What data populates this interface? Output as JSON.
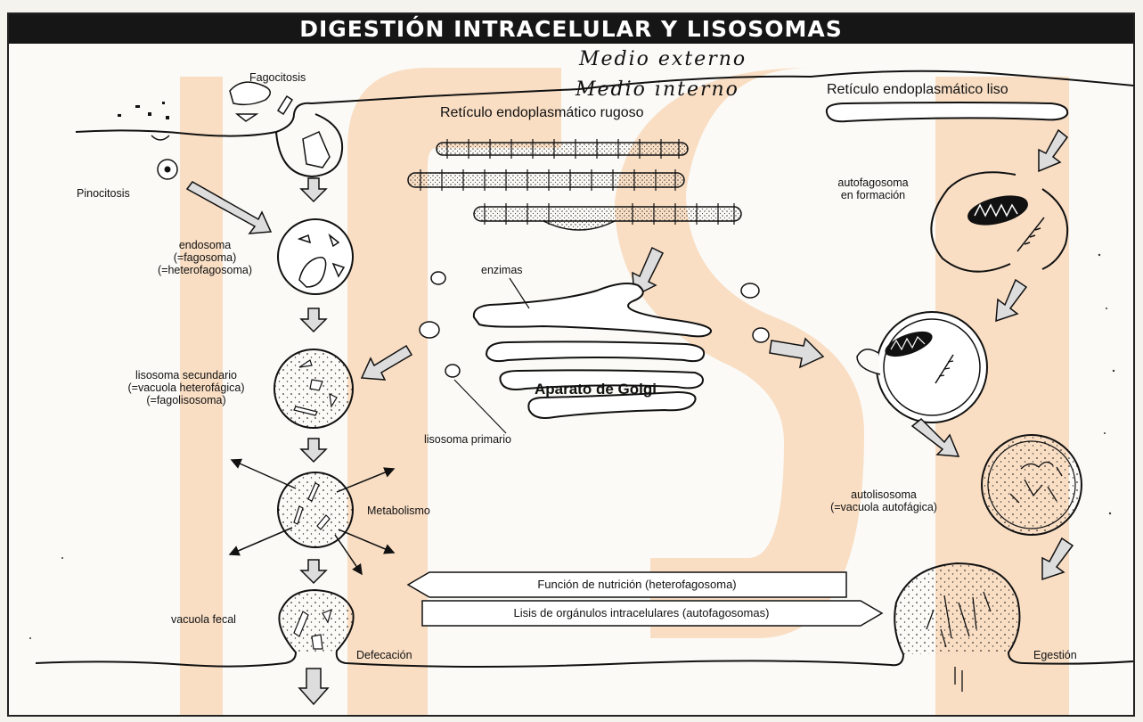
{
  "title": "DIGESTIÓN INTRACELULAR Y LISOSOMAS",
  "handwritten": {
    "line1": "Medio externo",
    "line2": "Medio interno"
  },
  "labels": {
    "fagocitosis": "Fagocitosis",
    "pinocitosis": "Pinocitosis",
    "rer": "Retículo endoplasmático rugoso",
    "ser": "Retículo endoplasmático liso",
    "endosoma": [
      "endosoma",
      "(=fagosoma)",
      "(=heterofagosoma)"
    ],
    "lisosoma_secundario": [
      "lisosoma secundario",
      "(=vacuola heterofágica)",
      "(=fagolisosoma)"
    ],
    "metabolismo": "Metabolismo",
    "vacuola_fecal": "vacuola fecal",
    "defecacion": "Defecación",
    "enzimas": "enzimas",
    "golgi": "Aparato de Golgi",
    "lisosoma_primario": "lisosoma primario",
    "autofagosoma": [
      "autofagosoma",
      "en formación"
    ],
    "autolisosoma": [
      "autolisosoma",
      "(=vacuola autofágica)"
    ],
    "egestion": "Egestión"
  },
  "banners": {
    "nutricion": "Función de nutrición (heterofagosoma)",
    "lisis": "Lisis de orgánulos intracelulares (autofagosomas)"
  },
  "colors": {
    "watermark": "#f8c79b",
    "ink": "#111111",
    "arrow_fill": "#d8d8d8"
  }
}
